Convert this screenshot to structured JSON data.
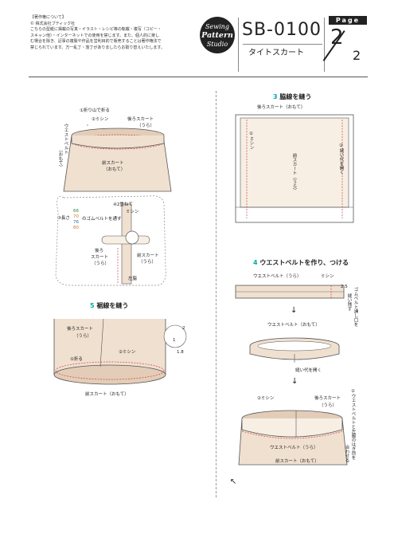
{
  "copyright": {
    "heading": "【著作権について】",
    "company": "© 株式会社ブティック社",
    "lines": [
      "こちらの型紙に掲載の写真・イラスト・レシピ等の転載・複写（コピー・",
      "スキャン他）・インターネットでの使用を禁じます。また、個人的に楽し",
      "む場合を除き、記事の複製や作品を営利目的で販売することは著作権法で",
      "禁じられています。万一乱丁・落丁がありましたらお取り替えいたします。"
    ]
  },
  "logo": {
    "line1": "Sewing",
    "line2": "Pattern",
    "line3": "Studio"
  },
  "header": {
    "model_no": "SB-0100",
    "model_name": "タイトスカート",
    "page_label": "Page",
    "page_num": "2",
    "page_total": "2"
  },
  "left_top": {
    "fold_label": "①折り山で折る",
    "sew_label": "②ミシン",
    "back_skirt": "後ろスカート",
    "back_skirt_sub": "（うら）",
    "waist_belt": "ウエストベルト",
    "waist_belt_sub": "（おもて）",
    "front_skirt": "前スカート",
    "front_skirt_sub": "（おもて）"
  },
  "detail": {
    "overlap": "④2重ねて",
    "sew": "ミシン",
    "length_prefix": "③長さ",
    "sizes": [
      "66",
      "70",
      "76",
      "80"
    ],
    "elastic": "のゴムベルトを通す",
    "back_skirt": "後ろ",
    "back_skirt2": "スカート",
    "back_skirt_sub": "（うら）",
    "front_skirt": "前スカート",
    "front_skirt_sub": "（うら）",
    "left_side": "左脇"
  },
  "step5": {
    "num": "5",
    "title": "裾線を縫う",
    "back_skirt": "後ろスカート",
    "back_skirt_sub": "（うら）",
    "sew": "②ミシン",
    "fold": "①折る",
    "front_skirt": "前スカート（おもて）",
    "dim_2": "2",
    "dim_1": "1",
    "dim_18": "1.8"
  },
  "step3": {
    "num": "3",
    "title": "脇線を縫う",
    "back_skirt": "後ろスカート（おもて）",
    "sew": "①ミシン",
    "front_skirt": "前スカート（うら）",
    "seam_open": "②縫い代を開く"
  },
  "step4": {
    "num": "4",
    "title": "ウエストベルトを作り、つける",
    "belt_back": "ウエストベルト（うら）",
    "sew": "ミシン",
    "dim_25": "2.5",
    "elastic_pass": "ゴムベルト通し口を",
    "elastic_pass2": "縫い残す",
    "belt_front": "ウエストベルト（おもて）",
    "seam_open": "縫い代を開く",
    "sew2": "②ミシン",
    "back_skirt": "後ろスカート",
    "back_skirt_sub": "（うら）",
    "align": "①ウエストベルトと左脇のはぎ目を",
    "align2": "合わせる",
    "belt_back2": "ウエストベルト（うら）",
    "front_skirt": "前スカート（おもて）"
  },
  "colors": {
    "fabric": "#f0e0d0",
    "fabric_dark": "#e3cdb8",
    "stitch": "#d04040",
    "accent": "#19a7a7"
  }
}
